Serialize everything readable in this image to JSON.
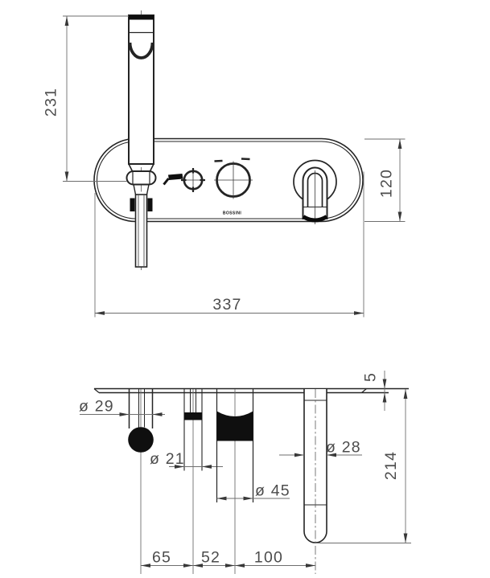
{
  "brand": "BOSSINI",
  "dims": {
    "wand_height": "231",
    "plate_height": "120",
    "plate_width": "337",
    "plate_thickness": "5",
    "total_depth": "214",
    "holder_dia": "ø 29",
    "diverter_dia": "ø 21",
    "knob_dia": "ø 45",
    "spout_dia": "ø 28",
    "cc_wand_diverter": "65",
    "cc_diverter_knob": "52",
    "cc_knob_spout": "100"
  }
}
